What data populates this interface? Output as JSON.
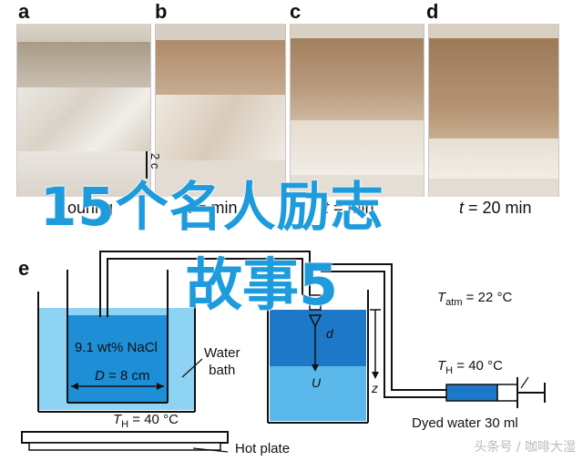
{
  "panels": [
    {
      "letter": "a",
      "caption_var": "",
      "caption_eq": "",
      "caption_val": "ouring"
    },
    {
      "letter": "b",
      "caption_var": "t",
      "caption_eq": " = ",
      "caption_val": "min"
    },
    {
      "letter": "c",
      "caption_var": "t",
      "caption_eq": " = ",
      "caption_val": "min"
    },
    {
      "letter": "d",
      "caption_var": "t",
      "caption_eq": " = ",
      "caption_val": "20 min"
    }
  ],
  "scale_label": "2 c",
  "overlay_title_line1": "15个名人励志",
  "overlay_title_line2": "故事5",
  "diagram": {
    "letter": "e",
    "solution_label": "9.1 wt% NaCl",
    "diameter_var": "D",
    "diameter_value": " = 8 cm",
    "bath_line1": "Water",
    "bath_line2": "bath",
    "th_left_var": "T",
    "th_left_sub": "H",
    "th_left_value": " = 40 °C",
    "hot_plate": "Hot plate",
    "tatm_var": "T",
    "tatm_sub": "atm",
    "tatm_value": " = 22 °C",
    "th_right_var": "T",
    "th_right_sub": "H",
    "th_right_value": " = 40 °C",
    "d_label": "d",
    "u_label": "U",
    "z_label": "z",
    "dyed_water": "Dyed water 30 ml"
  },
  "watermark": "头条号 / 咖啡大湿",
  "colors": {
    "overlay_blue": "#1e9bdc",
    "tank_blue_light": "#5bb8ea",
    "tank_blue_dark": "#1e78c8",
    "bath_blue": "#8fd3f4"
  }
}
